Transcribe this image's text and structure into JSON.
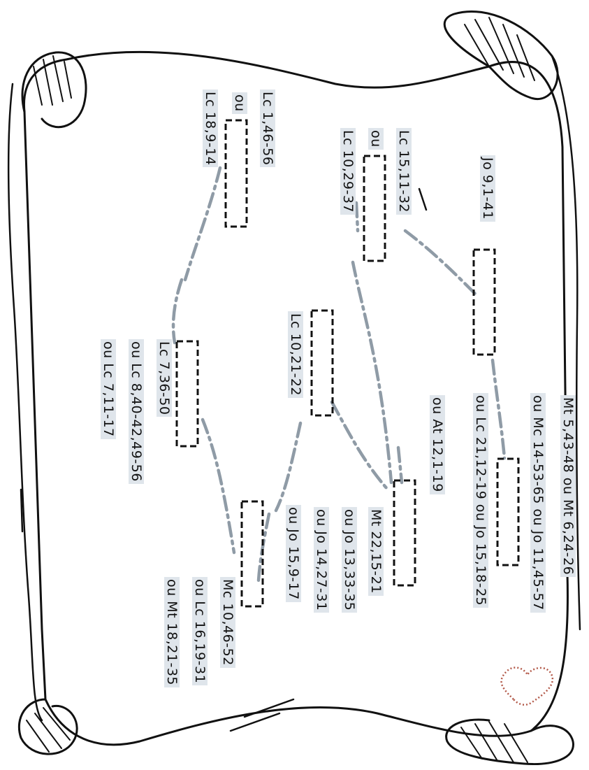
{
  "colors": {
    "ink": "#111111",
    "paper": "#ffffff",
    "link_line": "#8f9ba6",
    "label_highlight": "#dfe5eb",
    "heart_dots": "#b35a4a"
  },
  "icons": [
    "scroll-frame",
    "heart-dotted-outline",
    "dashed-answer-box"
  ],
  "references": {
    "r1": "Mt 5,43-48 ou Mt 6,24-26",
    "r2": "ou Mc 14-53-65 ou Jo 11,45-57",
    "r3": "ou Lc 21,12-19 ou Jo 15,18-25",
    "r4": "ou At 12,1-19",
    "r5": "Jo 9,1-41",
    "r6": "Lc 15,11-32",
    "r7": "ou",
    "r8": "Lc 10,29-37",
    "r9": "Lc 10,21-22",
    "r10": "Mt 22,15-21",
    "r11": "ou Jo 13,33-35",
    "r12": "ou Jo 14,27-31",
    "r13": "ou Jo 15,9-17",
    "r14": "Lc 1,46-56",
    "r15": "ou",
    "r16": "Lc 18,9-14",
    "r17": "Lc 7,36-50",
    "r18": "ou Lc 8,40-42,49-56",
    "r19": "ou Lc 7,11-17",
    "r20": "Mc 10,46-52",
    "r21": "ou Lc 16,19-31",
    "r22": "ou Mt 18,21-35"
  }
}
